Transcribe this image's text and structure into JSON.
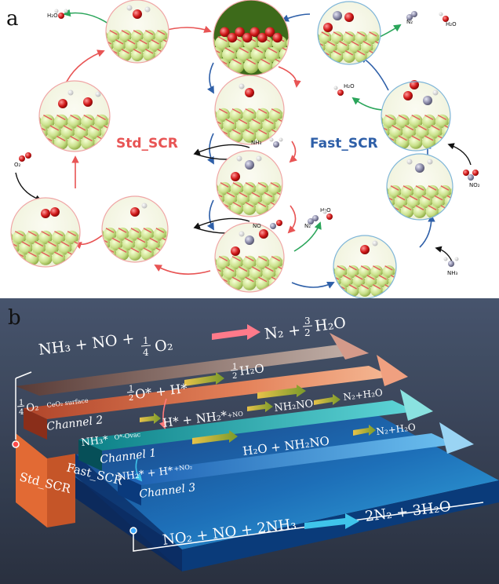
{
  "panel_a": {
    "letter": "a",
    "std_label": "Std_SCR",
    "fast_label": "Fast_SCR",
    "molecules": {
      "h2o": "H₂O",
      "o2": "O₂",
      "nh3": "NH₃",
      "no": "NO",
      "no2": "NO₂",
      "n2": "N₂"
    },
    "colors": {
      "std": "#e85454",
      "fast": "#2e5fa8",
      "release": "#2aa55a",
      "cluster_ring_std": "#f0a6a6",
      "cluster_ring_fast": "#7fb6d9"
    }
  },
  "panel_b": {
    "letter": "b",
    "top_equation": {
      "left": "NH₃ + NO + ",
      "coef_num": "1",
      "coef_den": "4",
      "left_tail": "O₂",
      "right_a": "N₂ + ",
      "coef2_num": "3",
      "coef2_den": "2",
      "right_tail": "H₂O"
    },
    "channel2": {
      "name": "Channel 2",
      "reactant_num": "1",
      "reactant_den": "4",
      "reactant_species": "O₂",
      "reactant_sub": "CeO₂ surface",
      "mid_num": "1",
      "mid_den": "2",
      "mid_species": "O* + H*",
      "product_num": "1",
      "product_den": "2",
      "product_species": "H₂O"
    },
    "channel1": {
      "name": "Channel 1",
      "reactant": "NH₃* ",
      "reactant_sub": "O*-Ovac",
      "step1": "H* + NH₂*",
      "step1_sub": "+NO",
      "step2": "NH₂NO",
      "product": "N₂+H₂O"
    },
    "channel3": {
      "name": "Channel 3",
      "reactant": "NH₂* + H*",
      "reactant_sub": "+NO₂",
      "step": "H₂O + NH₂NO",
      "product": "N₂+H₂O"
    },
    "std_label": "Std_SCR",
    "fast_label": "Fast_SCR",
    "bottom_equation": {
      "left": "NO₂ + NO + 2NH₃",
      "right": "2N₂ + 3H₂O"
    }
  }
}
